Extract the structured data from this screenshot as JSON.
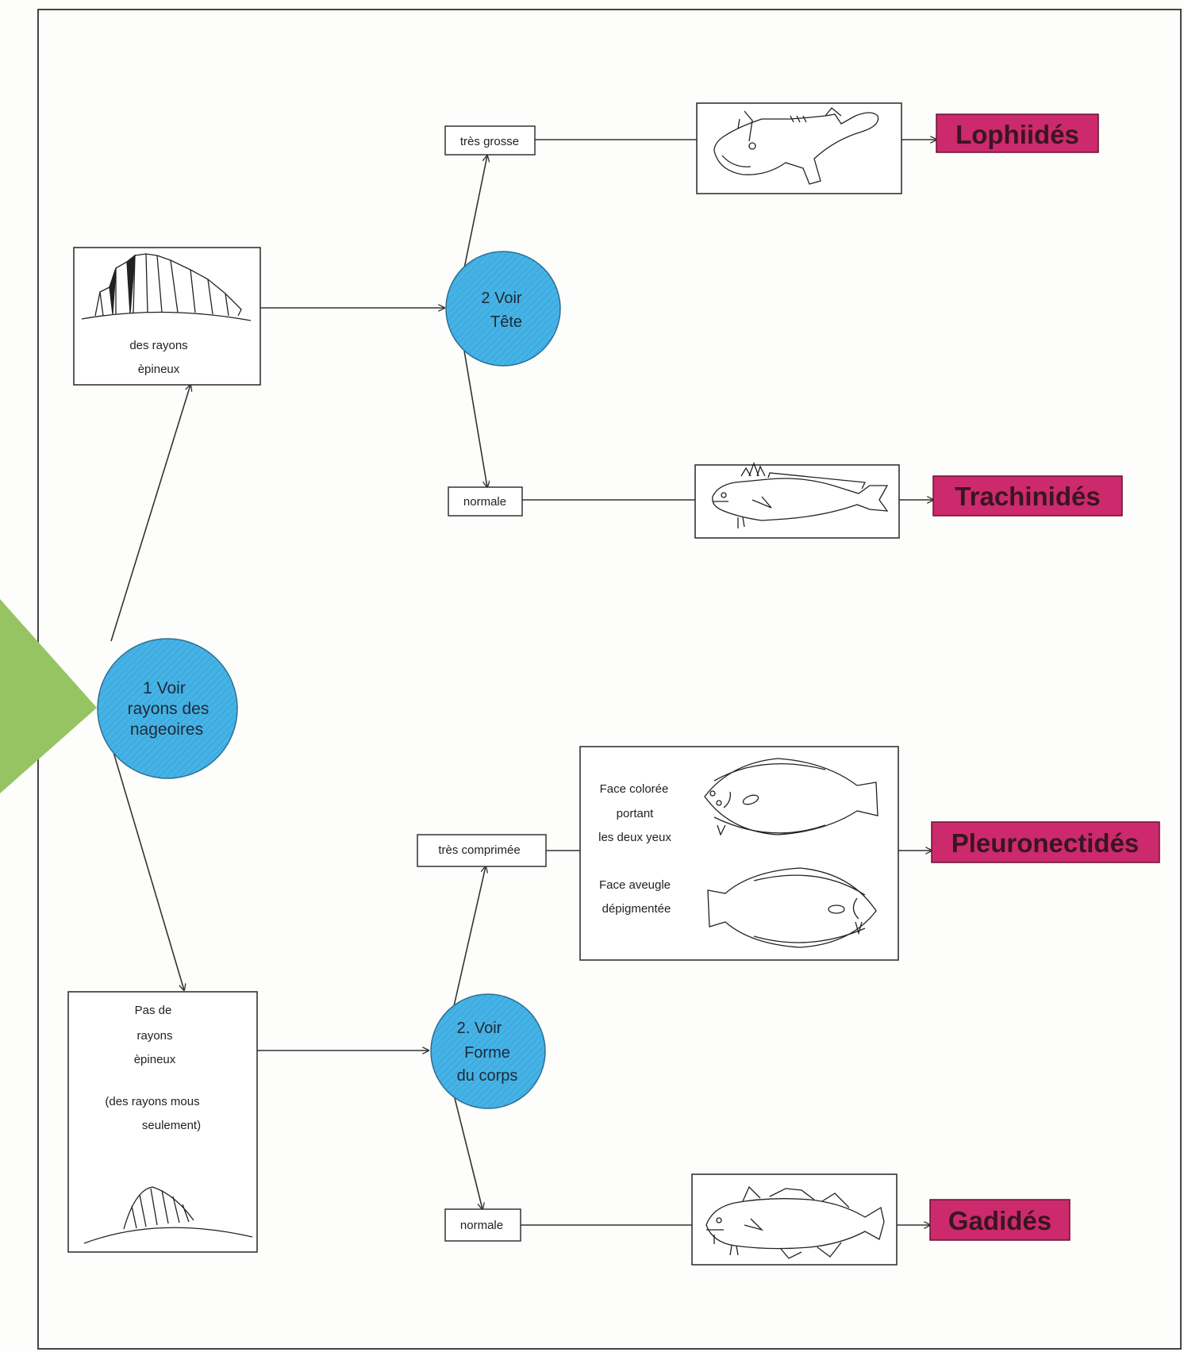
{
  "colors": {
    "circle_fill": "#46b3e6",
    "family_fill": "#cc2a6d",
    "arrow_triangle": "#97c462",
    "line": "#333333"
  },
  "nodes": {
    "start": {
      "line1": "1 Voir",
      "line2": "rayons des",
      "line3": "nageoires"
    },
    "spiny_box": {
      "line1": "des rayons",
      "line2": "èpineux"
    },
    "soft_box": {
      "line1": "Pas de",
      "line2": "rayons",
      "line3": "èpineux",
      "line4": "(des rayons mous",
      "line5": "seulement)"
    },
    "head_question": {
      "line1": "2 Voir",
      "line2": "Tête"
    },
    "body_question": {
      "line1": "2. Voir",
      "line2": "Forme",
      "line3": "du corps"
    },
    "head_large": "très grosse",
    "head_normal": "normale",
    "body_compressed": "très comprimée",
    "body_normal": "normale",
    "flatfish_box": {
      "colored_line1": "Face colorée",
      "colored_line2": "portant",
      "colored_line3": "les deux yeux",
      "blind_line1": "Face aveugle",
      "blind_line2": "dépigmentée"
    }
  },
  "families": {
    "lophiides": "Lophiidés",
    "trachinides": "Trachinidés",
    "pleuronectides": "Pleuronectidés",
    "gadides": "Gadidés"
  },
  "illustrations": {
    "spiny_fin": "spiny-dorsal-fin",
    "soft_fin": "soft-dorsal-fin",
    "anglerfish": "anglerfish",
    "weever": "weever-fish",
    "flatfish_top": "flatfish-colored-side",
    "flatfish_bottom": "flatfish-blind-side",
    "cod": "cod-fish"
  }
}
